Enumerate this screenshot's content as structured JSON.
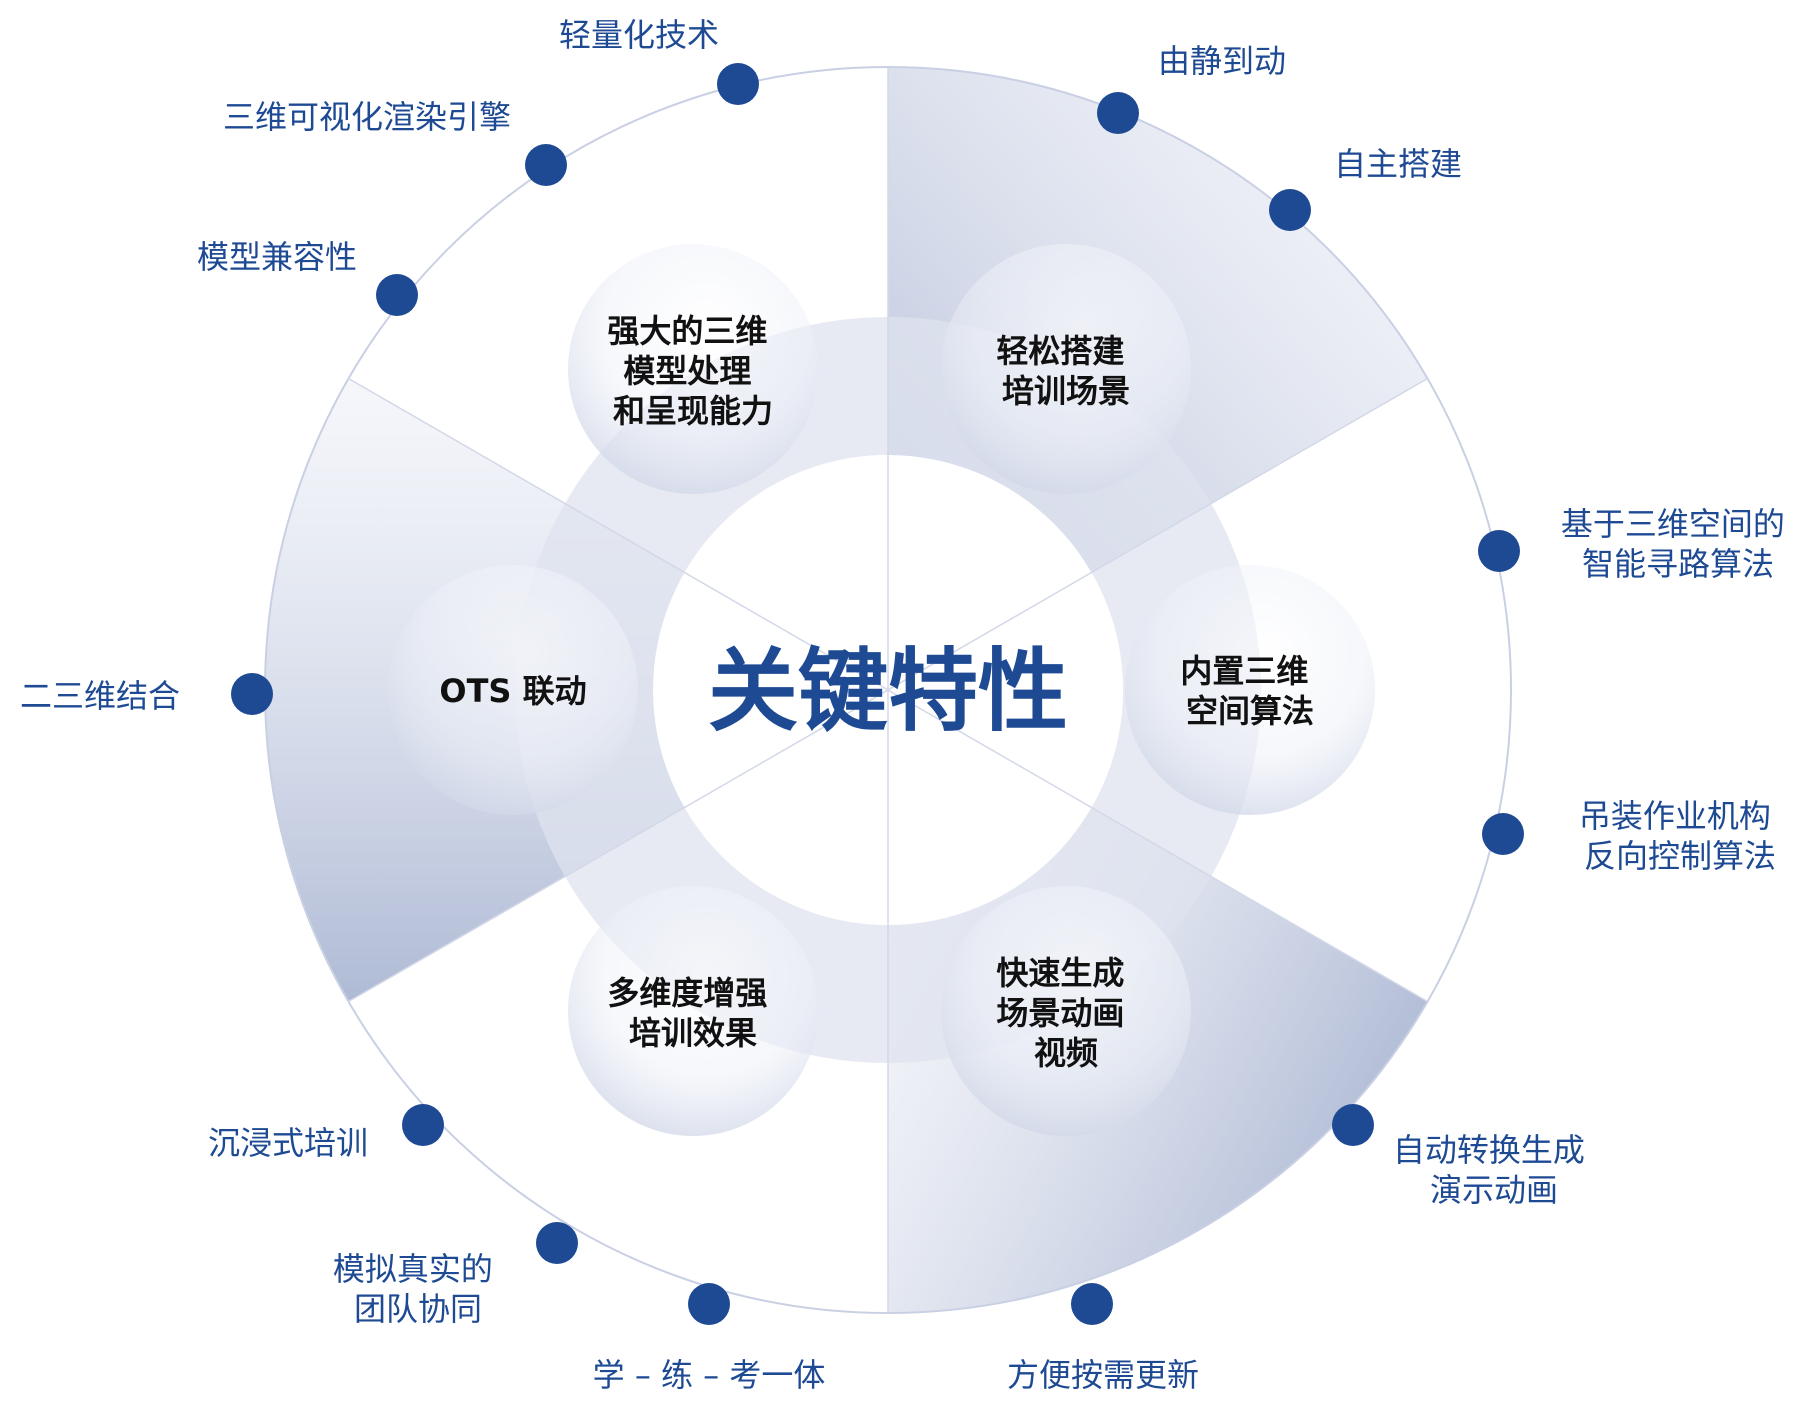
{
  "center_title": "关键特性",
  "colors": {
    "accent": "#1e4a94",
    "dot": "#1e4a94",
    "ring_line": "#c9d0e4",
    "wedge": "#b7c1d9"
  },
  "features": [
    {
      "id": "3d-model-processing",
      "lines": [
        "强大的三维",
        "模型处理",
        "和呈现能力"
      ]
    },
    {
      "id": "easy-scene-building",
      "lines": [
        "轻松搭建",
        "培训场景"
      ]
    },
    {
      "id": "spatial-algorithm",
      "lines": [
        "内置三维",
        "空间算法"
      ]
    },
    {
      "id": "scene-animation",
      "lines": [
        "快速生成",
        "场景动画",
        "视频"
      ]
    },
    {
      "id": "multi-dimension-training",
      "lines": [
        "多维度增强",
        "培训效果"
      ]
    },
    {
      "id": "ots-link",
      "lines": [
        "OTS 联动"
      ]
    }
  ],
  "outer_points": [
    {
      "id": "lightweight-tech",
      "lines": [
        "轻量化技术"
      ]
    },
    {
      "id": "render-engine",
      "lines": [
        "三维可视化渲染引擎"
      ]
    },
    {
      "id": "model-compat",
      "lines": [
        "模型兼容性"
      ]
    },
    {
      "id": "static-to-dynamic",
      "lines": [
        "由静到动"
      ]
    },
    {
      "id": "self-building",
      "lines": [
        "自主搭建"
      ]
    },
    {
      "id": "pathfinding",
      "lines": [
        "基于三维空间的",
        "智能寻路算法"
      ]
    },
    {
      "id": "inverse-control",
      "lines": [
        "吊装作业机构",
        "反向控制算法"
      ]
    },
    {
      "id": "auto-animation",
      "lines": [
        "自动转换生成",
        "演示动画"
      ]
    },
    {
      "id": "on-demand-update",
      "lines": [
        "方便按需更新"
      ]
    },
    {
      "id": "learn-practice-exam",
      "lines": [
        "学 – 练 – 考一体"
      ]
    },
    {
      "id": "team-collab",
      "lines": [
        "模拟真实的",
        "团队协同"
      ]
    },
    {
      "id": "immersive-training",
      "lines": [
        "沉浸式培训"
      ]
    },
    {
      "id": "2d-3d-combine",
      "lines": [
        "二三维结合"
      ]
    }
  ]
}
